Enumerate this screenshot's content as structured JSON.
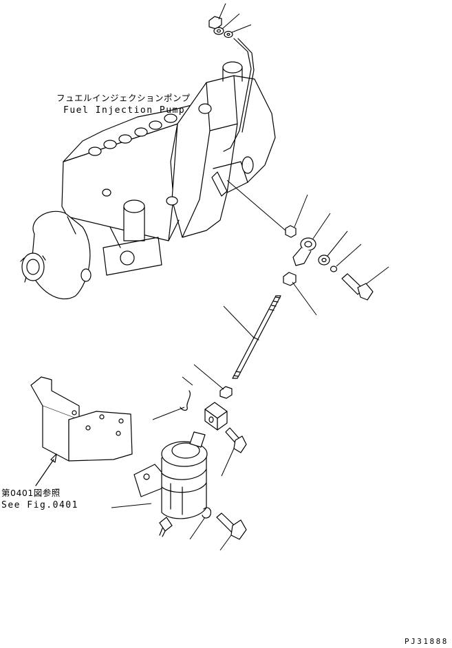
{
  "labels": {
    "pump_jp": "フュエルインジェクションポンプ",
    "pump_en": "Fuel Injection Pump",
    "see_jp": "第0401図参照",
    "see_en": "See Fig.0401",
    "drawing_code": "PJ31888"
  },
  "colors": {
    "line": "#000000",
    "background": "#ffffff"
  }
}
